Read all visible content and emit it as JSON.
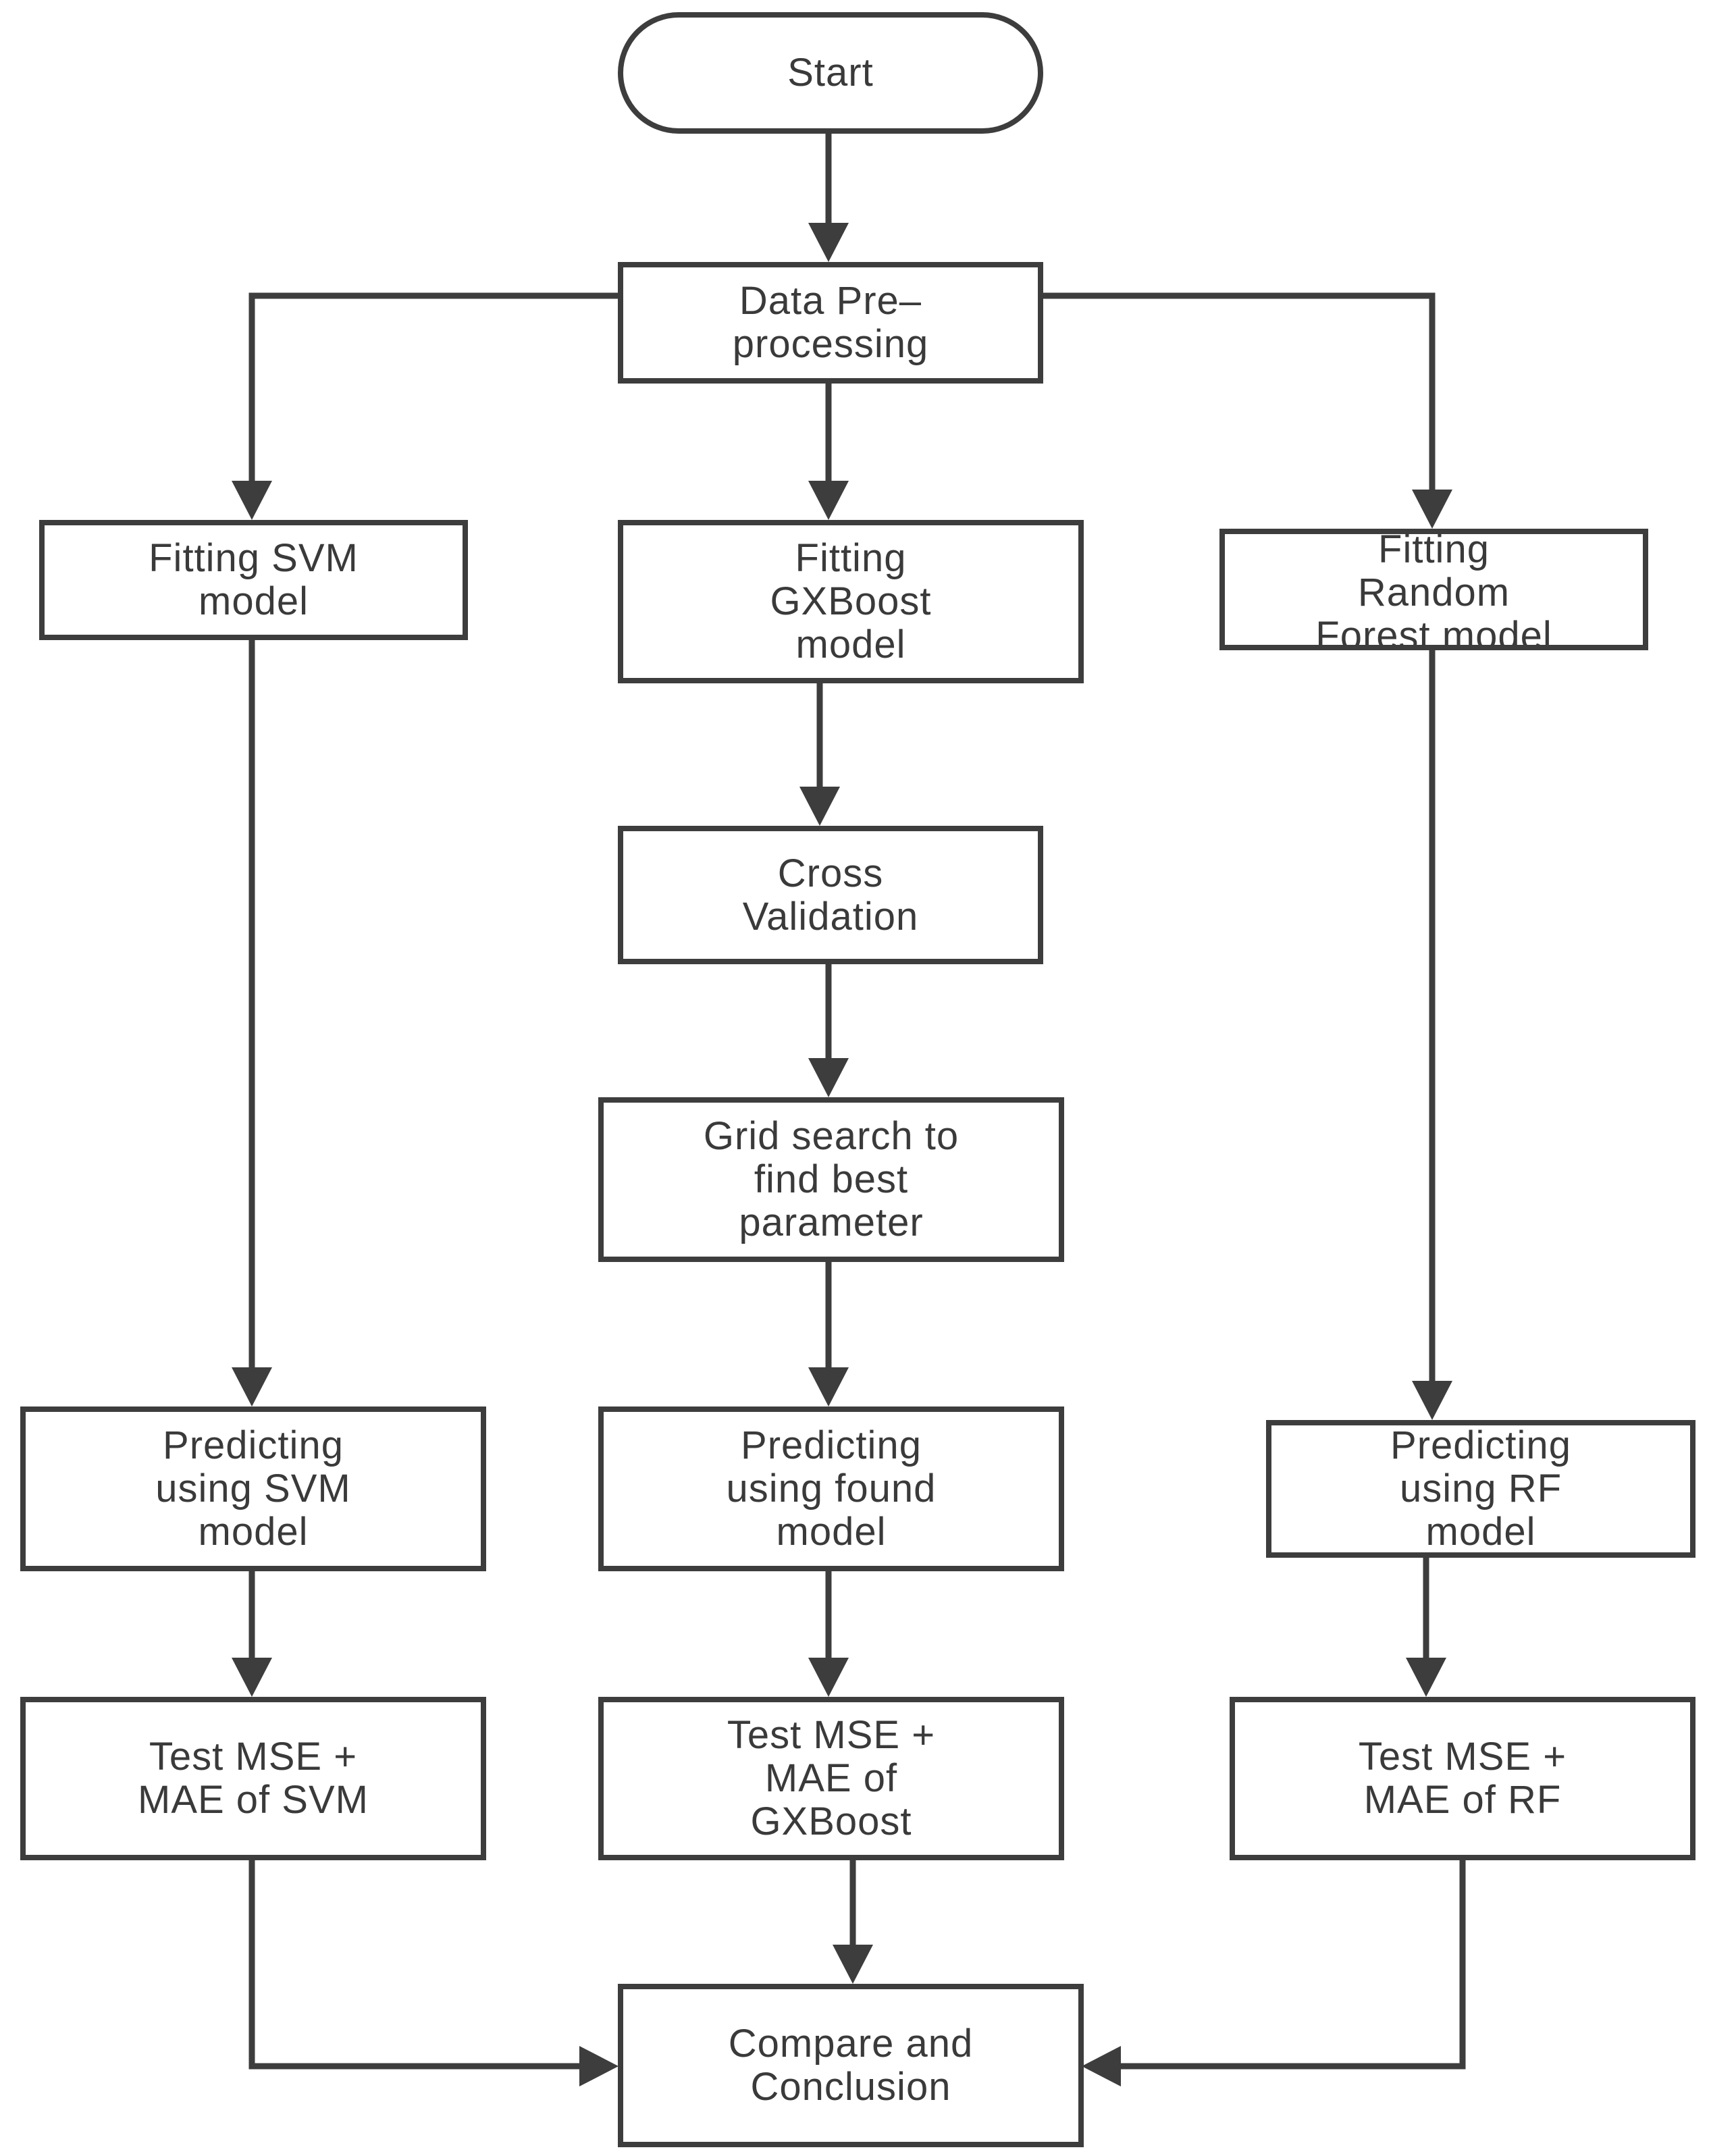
{
  "flowchart": {
    "nodes": {
      "start": "Start",
      "preprocess": "Data Pre–\nprocessing",
      "fit_svm": "Fitting SVM\nmodel",
      "fit_gxboost": "Fitting\nGXBoost\nmodel",
      "fit_rf": "Fitting\nRandom\nForest model",
      "cross_validation": "Cross\nValidation",
      "grid_search": "Grid search to\nfind best\nparameter",
      "predict_svm": "Predicting\nusing SVM\nmodel",
      "predict_found": "Predicting\nusing found\nmodel",
      "predict_rf": "Predicting\nusing RF\nmodel",
      "test_svm": "Test MSE +\nMAE of SVM",
      "test_gxboost": "Test MSE +\nMAE of\nGXBoost",
      "test_rf": "Test MSE +\nMAE of RF",
      "compare": "Compare and\nConclusion"
    },
    "colors": {
      "stroke": "#3d3d3d",
      "text": "#3a3a3a",
      "background": "#ffffff"
    }
  }
}
